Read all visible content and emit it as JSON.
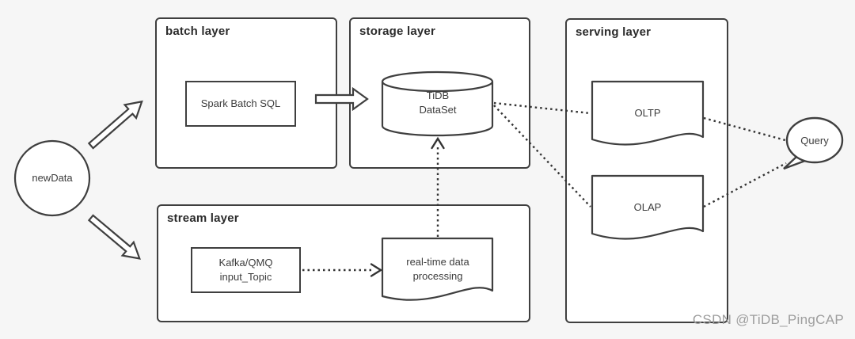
{
  "layers": {
    "batch": {
      "title": "batch layer"
    },
    "storage": {
      "title": "storage layer"
    },
    "serving": {
      "title": "serving layer"
    },
    "stream": {
      "title": "stream layer"
    }
  },
  "nodes": {
    "new_data": {
      "label": "newData"
    },
    "spark": {
      "label": "Spark Batch SQL"
    },
    "tidb": {
      "line1": "TiDB",
      "line2": "DataSet"
    },
    "kafka": {
      "line1": "Kafka/QMQ",
      "line2": "input_Topic"
    },
    "realtime": {
      "line1": "real-time data",
      "line2": "processing"
    },
    "oltp": {
      "label": "OLTP"
    },
    "olap": {
      "label": "OLAP"
    },
    "query": {
      "label": "Query"
    }
  },
  "connectors": {
    "new_data_to_batch": "solid-block-arrow",
    "new_data_to_stream": "solid-block-arrow",
    "spark_to_tidb": "solid-block-arrow",
    "kafka_to_realtime": "dotted-arrow",
    "realtime_to_tidb": "dotted-arrow",
    "tidb_to_oltp": "dotted-line",
    "tidb_to_olap": "dotted-line",
    "oltp_to_query": "dotted-line",
    "olap_to_query": "dotted-line"
  },
  "colors": {
    "background": "#f6f6f6",
    "shape_fill": "#ffffff",
    "stroke": "#3f3f3f",
    "text": "#3c3c3c",
    "watermark": "#9e9e9e"
  },
  "watermark": {
    "text": "CSDN @TiDB_PingCAP"
  }
}
